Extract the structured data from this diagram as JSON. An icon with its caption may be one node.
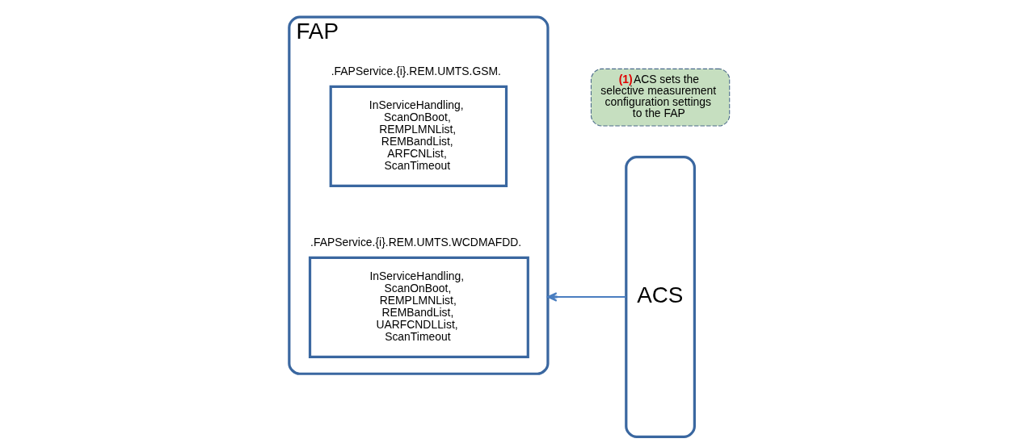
{
  "diagram": {
    "nodes": [
      {
        "text": [
          "FAP"
        ]
      },
      {
        "text": [
          ".FAPService.{i}.REM.UMTS.GSM.",
          "InServiceHandling, ScanOnBoot, REMPLMNList, REMBandList, ARFCNList, ScanTimeout"
        ],
        "in": 0
      },
      {
        "text": [
          ".FAPService.{i}.REM.UMTS.WCDMAFDD.",
          "InServiceHandling, ScanOnBoot, REMPLMNList, REMBandList, UARFCNDLList, ScanTimeout"
        ],
        "in": 0
      },
      {
        "text": [
          "ACS"
        ]
      },
      {
        "text": [
          "**(1)**ACS sets the selective measurement configuration settings to the FAP"
        ]
      }
    ],
    "edges": [
      {
        "from": 3,
        "to": 0,
        "arrow": "to"
      }
    ]
  }
}
